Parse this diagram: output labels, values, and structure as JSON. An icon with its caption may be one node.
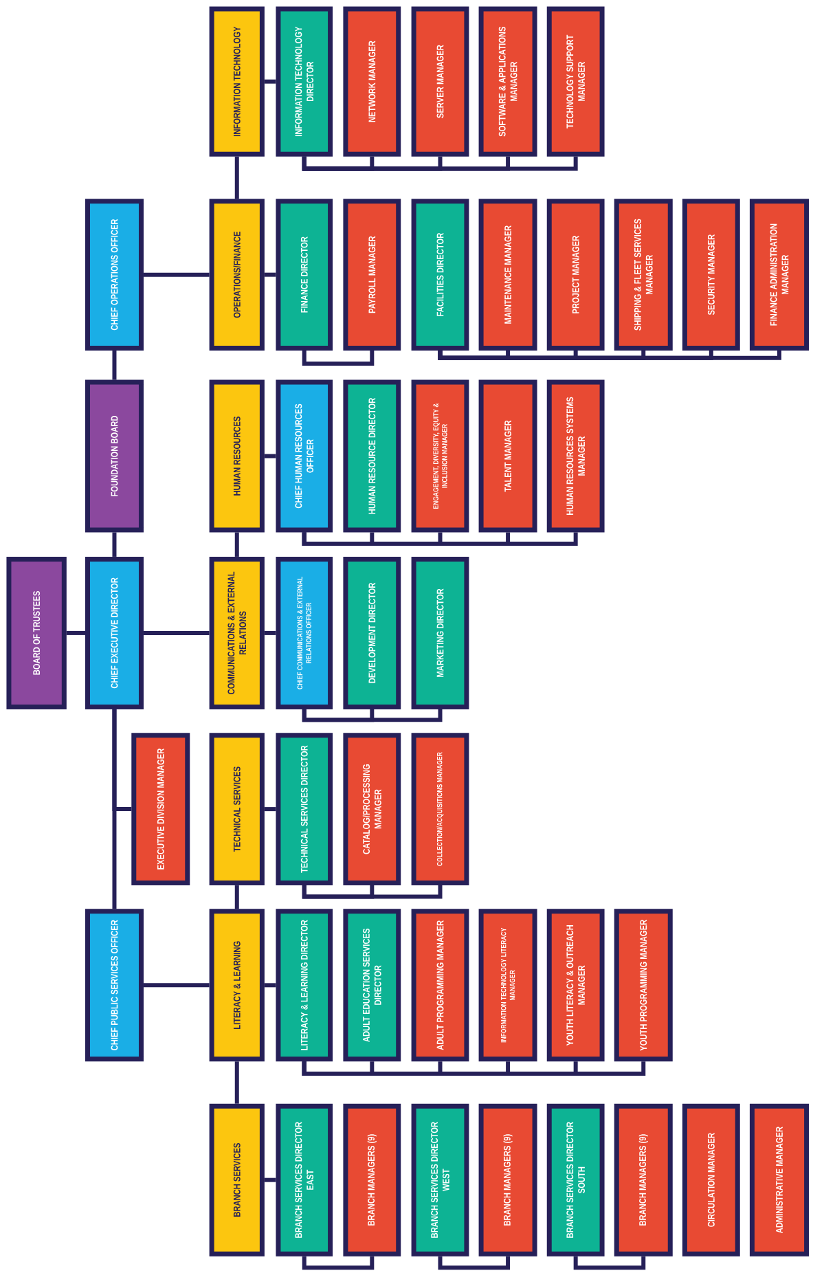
{
  "diagram": {
    "nodes": [
      {
        "text": [
          "INFORMATION TECHNOLOGY"
        ]
      },
      {
        "text": [
          "INFORMATION TECHNOLOGY DIRECTOR"
        ]
      },
      {
        "text": [
          "NETWORK MANAGER"
        ]
      },
      {
        "text": [
          "SERVER MANAGER"
        ]
      },
      {
        "text": [
          "SOFTWARE & APPLICATIONS MANAGER"
        ]
      },
      {
        "text": [
          "TECHNOLOGY SUPPORT MANAGER"
        ]
      },
      {
        "text": [
          "CHIEF OPERATIONS OFFICER"
        ]
      },
      {
        "text": [
          "OPERATIONS/FINANCE"
        ]
      },
      {
        "text": [
          "FINANCE DIRECTOR"
        ]
      },
      {
        "text": [
          "PAYROLL MANAGER"
        ]
      },
      {
        "text": [
          "FACILITIES DIRECTOR"
        ]
      },
      {
        "text": [
          "MAINTENANCE MANAGER"
        ]
      },
      {
        "text": [
          "PROJECT MANAGER"
        ]
      },
      {
        "text": [
          "SHIPPING & FLEET SERVICES MANAGER"
        ]
      },
      {
        "text": [
          "SECURITY MANAGER"
        ]
      },
      {
        "text": [
          "FINANCE ADMINISTRATION MANAGER"
        ]
      },
      {
        "text": [
          "FOUNDATION BOARD"
        ]
      },
      {
        "text": [
          "HUMAN RESOURCES"
        ]
      },
      {
        "text": [
          "CHIEF HUMAN RESOURCES OFFICER"
        ]
      },
      {
        "text": [
          "HUMAN RESOURCE DIRECTOR"
        ]
      },
      {
        "text": [
          "ENGAGEMENT, DIVERSITY, EQUITY & INCLUSION MANAGER"
        ]
      },
      {
        "text": [
          "TALENT MANAGER"
        ]
      },
      {
        "text": [
          "HUMAN RESOURCES SYSTEMS MANAGER"
        ]
      },
      {
        "text": [
          "BOARD OF TRUSTEES"
        ]
      },
      {
        "text": [
          "CHIEF EXECUTIVE DIRECTOR"
        ]
      },
      {
        "text": [
          "COMMUNICATIONS & EXTERNAL RELATIONS"
        ]
      },
      {
        "text": [
          "CHIEF COMMUNICATIONS & EXTERNAL RELATIONS OFFICER"
        ]
      },
      {
        "text": [
          "DEVELOPMENT DIRECTOR"
        ]
      },
      {
        "text": [
          "MARKETING DIRECTOR"
        ]
      },
      {
        "text": [
          "EXECUTIVE DIVISION MANAGER"
        ]
      },
      {
        "text": [
          "TECHNICAL SERVICES"
        ]
      },
      {
        "text": [
          "TECHNICAL SERVICES DIRECTOR"
        ]
      },
      {
        "text": [
          "CATALOG/PROCESSING MANAGER"
        ]
      },
      {
        "text": [
          "COLLECTION/ACQUISITIONS MANAGER"
        ]
      },
      {
        "text": [
          "CHIEF PUBLIC SERVICES OFFICER"
        ]
      },
      {
        "text": [
          "LITERACY & LEARNING"
        ]
      },
      {
        "text": [
          "LITERACY & LEARNING DIRECTOR"
        ]
      },
      {
        "text": [
          "ADULT EDUCATION SERVICES DIRECTOR"
        ]
      },
      {
        "text": [
          "ADULT PROGRAMMING MANAGER"
        ]
      },
      {
        "text": [
          "INFORMATION TECHNOLOGY LITERACY MANAGER"
        ]
      },
      {
        "text": [
          "YOUTH LITERACY & OUTREACH MANAGER"
        ]
      },
      {
        "text": [
          "YOUTH PROGRAMMING MANAGER"
        ]
      },
      {
        "text": [
          "BRANCH SERVICES"
        ]
      },
      {
        "text": [
          "BRANCH SERVICES DIRECTOR EAST"
        ]
      },
      {
        "text": [
          "BRANCH MANAGERS (9)"
        ]
      },
      {
        "text": [
          "BRANCH SERVICES DIRECTOR WEST"
        ]
      },
      {
        "text": [
          "BRANCH MANAGERS (9)"
        ]
      },
      {
        "text": [
          "BRANCH SERVICES DIRECTOR SOUTH"
        ]
      },
      {
        "text": [
          "BRANCH MANAGERS (9)"
        ]
      },
      {
        "text": [
          "CIRCULATION MANAGER"
        ]
      },
      {
        "text": [
          "ADMINISTRATIVE MANAGER"
        ]
      }
    ],
    "edges": [
      {
        "from": 23,
        "to": 24,
        "arrow": "none"
      },
      {
        "from": 24,
        "to": 16,
        "arrow": "none"
      },
      {
        "from": 16,
        "to": 6,
        "arrow": "none"
      },
      {
        "from": 6,
        "to": 7,
        "arrow": "none"
      },
      {
        "from": 7,
        "to": 0,
        "arrow": "none"
      },
      {
        "from": 24,
        "to": 25,
        "arrow": "none"
      },
      {
        "from": 25,
        "to": 17,
        "arrow": "none"
      },
      {
        "from": 24,
        "to": 29,
        "arrow": "none"
      },
      {
        "from": 24,
        "to": 34,
        "arrow": "none"
      },
      {
        "from": 34,
        "to": 35,
        "arrow": "none"
      },
      {
        "from": 35,
        "to": 30,
        "arrow": "none"
      },
      {
        "from": 35,
        "to": 42,
        "arrow": "none"
      },
      {
        "from": 0,
        "to": 1,
        "arrow": "none"
      },
      {
        "from": 7,
        "to": 8,
        "arrow": "none"
      },
      {
        "from": 17,
        "to": 18,
        "arrow": "none"
      },
      {
        "from": 25,
        "to": 26,
        "arrow": "none"
      },
      {
        "from": 30,
        "to": 31,
        "arrow": "none"
      },
      {
        "from": 35,
        "to": 36,
        "arrow": "none"
      },
      {
        "from": 42,
        "to": 43,
        "arrow": "none"
      },
      {
        "from": 1,
        "to": 2,
        "arrow": "none"
      },
      {
        "from": 1,
        "to": 3,
        "arrow": "none"
      },
      {
        "from": 1,
        "to": 4,
        "arrow": "none"
      },
      {
        "from": 1,
        "to": 5,
        "arrow": "none"
      },
      {
        "from": 8,
        "to": 9,
        "arrow": "none"
      },
      {
        "from": 10,
        "to": 11,
        "arrow": "none"
      },
      {
        "from": 10,
        "to": 12,
        "arrow": "none"
      },
      {
        "from": 10,
        "to": 13,
        "arrow": "none"
      },
      {
        "from": 10,
        "to": 14,
        "arrow": "none"
      },
      {
        "from": 10,
        "to": 15,
        "arrow": "none"
      },
      {
        "from": 18,
        "to": 19,
        "arrow": "none"
      },
      {
        "from": 18,
        "to": 20,
        "arrow": "none"
      },
      {
        "from": 18,
        "to": 21,
        "arrow": "none"
      },
      {
        "from": 18,
        "to": 22,
        "arrow": "none"
      },
      {
        "from": 26,
        "to": 27,
        "arrow": "none"
      },
      {
        "from": 26,
        "to": 28,
        "arrow": "none"
      },
      {
        "from": 31,
        "to": 32,
        "arrow": "none"
      },
      {
        "from": 31,
        "to": 33,
        "arrow": "none"
      },
      {
        "from": 36,
        "to": 37,
        "arrow": "none"
      },
      {
        "from": 36,
        "to": 38,
        "arrow": "none"
      },
      {
        "from": 36,
        "to": 39,
        "arrow": "none"
      },
      {
        "from": 36,
        "to": 40,
        "arrow": "none"
      },
      {
        "from": 36,
        "to": 41,
        "arrow": "none"
      },
      {
        "from": 43,
        "to": 44,
        "arrow": "none"
      },
      {
        "from": 45,
        "to": 46,
        "arrow": "none"
      },
      {
        "from": 47,
        "to": 48,
        "arrow": "none"
      }
    ]
  }
}
